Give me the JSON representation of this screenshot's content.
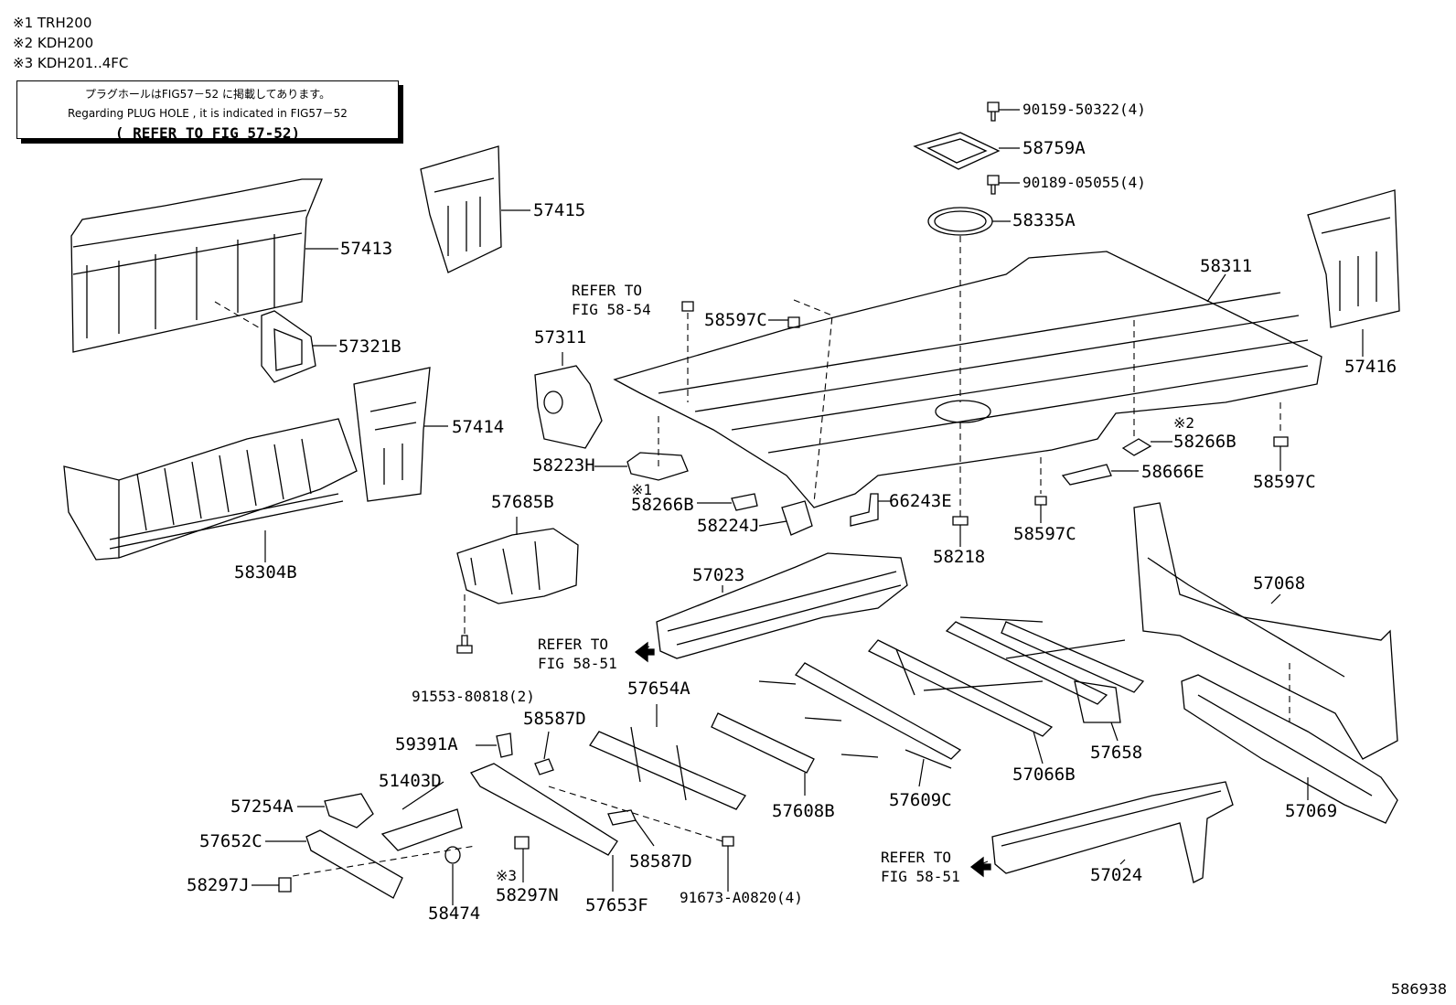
{
  "notes": [
    "※1 TRH200",
    "※2 KDH200",
    "※3 KDH201..4FC"
  ],
  "reference_box": {
    "line1": "プラグホールはFIG57－52 に掲載してあります。",
    "line2": "Regarding PLUG HOLE , it is indicated in FIG57－52",
    "line3": "( REFER TO FIG 57-52)"
  },
  "figure_number": "586938",
  "part_labels": {
    "p57413": "57413",
    "p57415": "57415",
    "p57321B": "57321B",
    "p57414": "57414",
    "p58304B": "58304B",
    "p57311": "57311",
    "p58223H": "58223H",
    "p58266B_1": "58266B",
    "p58224J": "58224J",
    "p57685B": "57685B",
    "p91553": "91553-80818(2)",
    "p57023": "57023",
    "p90159": "90159-50322(4)",
    "p58759A": "58759A",
    "p90189": "90189-05055(4)",
    "p58335A": "58335A",
    "p58311": "58311",
    "p58597C_1": "58597C",
    "p57416": "57416",
    "p58266B_2": "58266B",
    "p58666E": "58666E",
    "p58597C_2": "58597C",
    "p58597C_3": "58597C",
    "p66243E": "66243E",
    "p58218": "58218",
    "p57068": "57068",
    "p57654A": "57654A",
    "p58587D_1": "58587D",
    "p59391A": "59391A",
    "p51403D": "51403D",
    "p57254A": "57254A",
    "p57652C": "57652C",
    "p58297J": "58297J",
    "p58474": "58474",
    "p58297N": "58297N",
    "p57653F": "57653F",
    "p58587D_2": "58587D",
    "p91673": "91673-A0820(4)",
    "p57608B": "57608B",
    "p57609C": "57609C",
    "p57066B": "57066B",
    "p57658": "57658",
    "p57069": "57069",
    "p57024": "57024"
  },
  "markers": {
    "m1": "※1",
    "m2": "※2",
    "m3": "※3"
  },
  "refer_labels": {
    "r1_a": "REFER TO",
    "r1_b": "FIG 58-54",
    "r2_a": "REFER TO",
    "r2_b": "FIG 58-51",
    "r3_a": "REFER TO",
    "r3_b": "FIG 58-51"
  }
}
